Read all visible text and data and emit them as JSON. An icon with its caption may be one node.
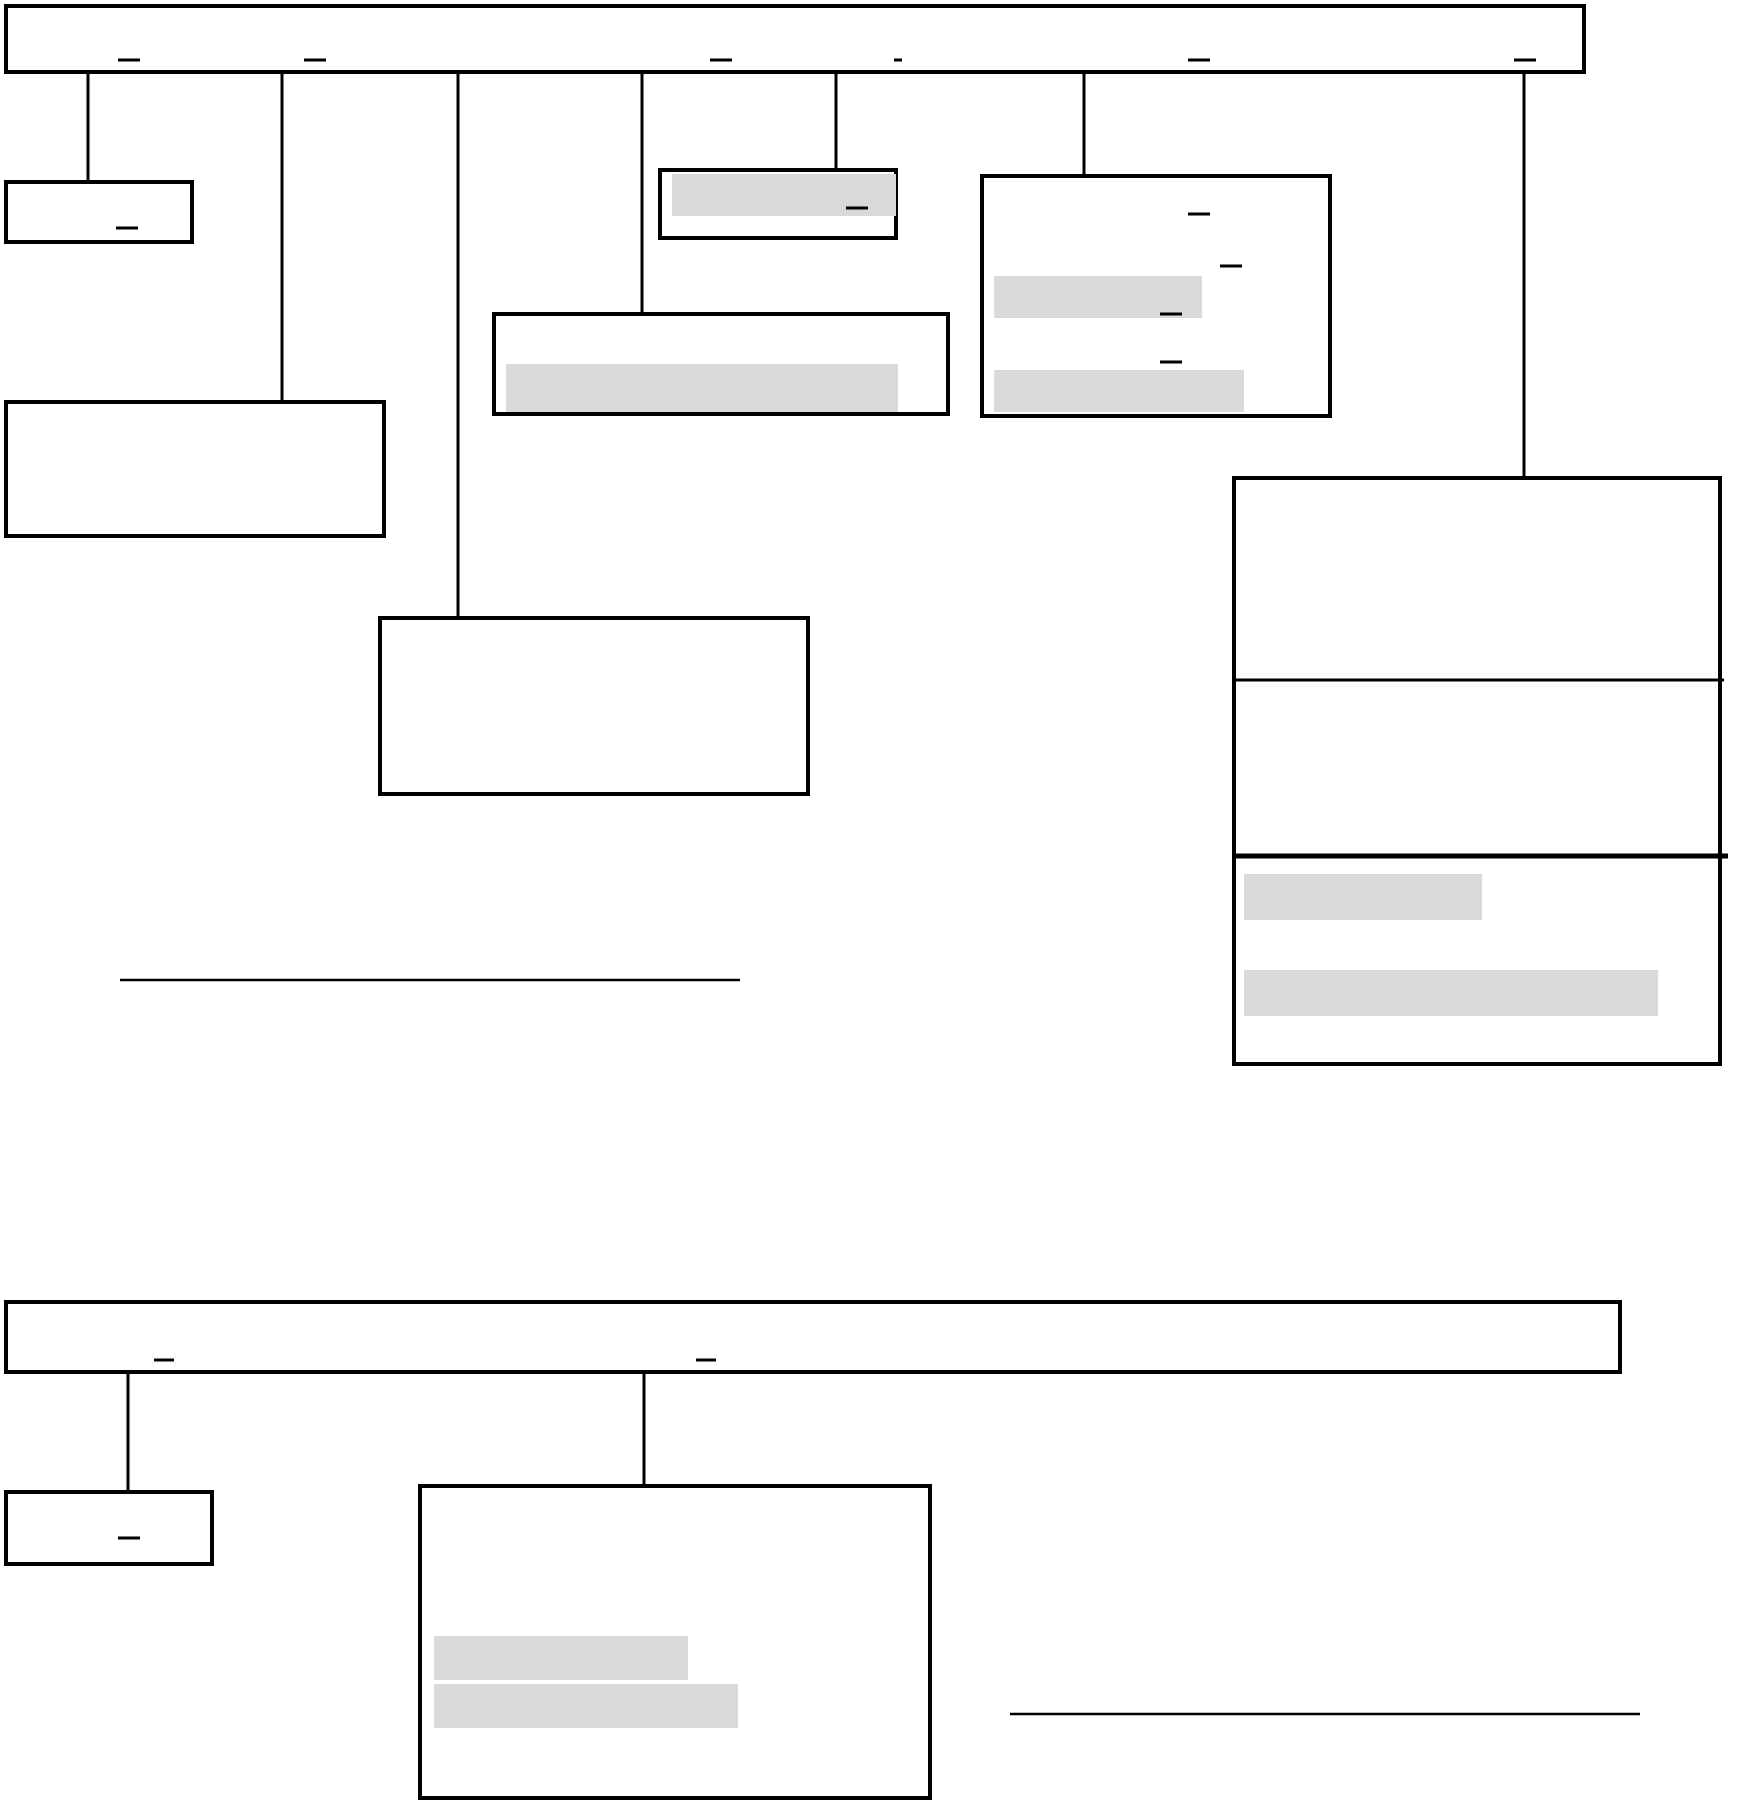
{
  "diagram": {
    "nodes": [
      {
        "text": [],
        "shape": "box"
      },
      {
        "text": [],
        "shape": "box"
      },
      {
        "text": [],
        "shape": "box"
      },
      {
        "text": [],
        "shape": "box"
      },
      {
        "text": [],
        "shape": "box"
      },
      {
        "text": [],
        "shape": "box"
      },
      {
        "text": [],
        "shape": "box"
      },
      {
        "text": [],
        "shape": "box"
      },
      {
        "text": [],
        "shape": "box"
      },
      {
        "text": [],
        "shape": "box"
      },
      {
        "text": [],
        "shape": "box"
      }
    ],
    "edges": [
      {
        "from": 0,
        "to": 1,
        "arrow": "none"
      },
      {
        "from": 0,
        "to": 2,
        "arrow": "none"
      },
      {
        "from": 0,
        "to": 3,
        "arrow": "none"
      },
      {
        "from": 0,
        "to": 4,
        "arrow": "none"
      },
      {
        "from": 0,
        "to": 5,
        "arrow": "none"
      },
      {
        "from": 0,
        "to": 6,
        "arrow": "none"
      },
      {
        "from": 0,
        "to": 7,
        "arrow": "none"
      },
      {
        "from": 8,
        "to": 9,
        "arrow": "none"
      },
      {
        "from": 8,
        "to": 10,
        "arrow": "none"
      }
    ]
  }
}
